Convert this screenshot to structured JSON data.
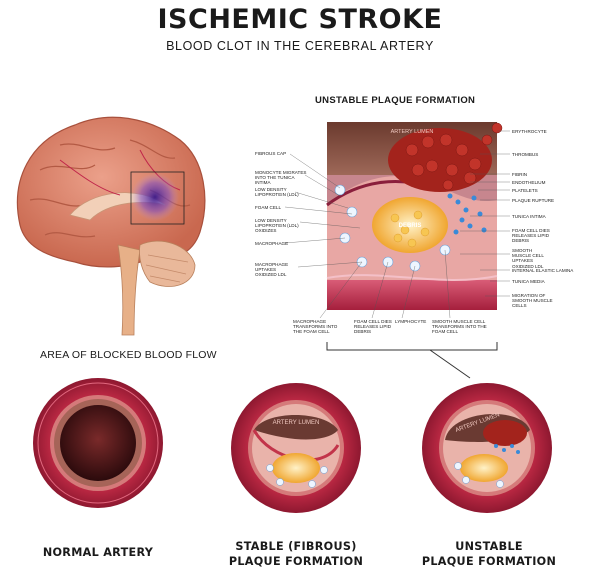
{
  "header": {
    "title": "ISCHEMIC STROKE",
    "subtitle": "BLOOD CLOT IN THE CEREBRAL ARTERY"
  },
  "brain": {
    "caption": "AREA OF BLOCKED BLOOD FLOW"
  },
  "plaque_detail": {
    "heading": "UNSTABLE PLAQUE FORMATION",
    "lumen_label": "ARTERY LUMEN",
    "core_label": "DEBRIS",
    "left_labels": [
      "FIBROUS CAP",
      "MONOCYTE MIGRATES INTO THE TUNICA INTIMA",
      "LOW DENSITY LIPOPROTEIN (LDL)",
      "FOAM CELL",
      "LOW DENSITY LIPOPROTEIN (LDL) OXIDIZES",
      "MACROPHAGE",
      "MACROPHAGE UPTAKES OXIDIZED LDL"
    ],
    "right_labels": [
      "ERYTHROCYTE",
      "THROMBUS",
      "FIBRIN",
      "ENDOTHELIUM",
      "PLATELETS",
      "PLAQUE RUPTURE",
      "TUNICA INTIMA",
      "FOAM CELL DIES RELEASES LIPID DEBRIS",
      "SMOOTH MUSCLE CELL UPTAKES OXIDIZED LDL",
      "INTERNAL ELASTIC LAMINA",
      "TUNICA MEDIA",
      "MIGRATION OF SMOOTH MUSCLE CELLS"
    ],
    "bottom_labels": [
      "MACROPHAGE TRANSFORMS INTO THE FOAM CELL",
      "FOAM CELL DIES RELEASES LIPID DEBRIS",
      "LYMPHOCYTE",
      "SMOOTH MUSCLE CELL TRANSFORMS INTO THE FOAM CELL"
    ]
  },
  "cross_sections": [
    {
      "caption_line1": "NORMAL ARTERY",
      "caption_line2": "",
      "inner_label": ""
    },
    {
      "caption_line1": "STABLE (FIBROUS)",
      "caption_line2": "PLAQUE FORMATION",
      "inner_label": "ARTERY LUMEN"
    },
    {
      "caption_line1": "UNSTABLE",
      "caption_line2": "PLAQUE FORMATION",
      "inner_label": "ARTERY LUMEN"
    }
  ],
  "colors": {
    "artery_red": "#b3243c",
    "artery_dark": "#7a1528",
    "lumen_dark": "#3a0e12",
    "plaque_yellow": "#f3b53a",
    "brain_pink": "#d9826a",
    "clot_purple": "#6a3fb0"
  }
}
